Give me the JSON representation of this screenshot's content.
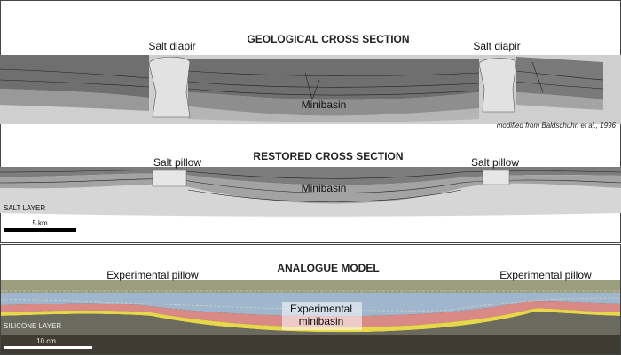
{
  "panel_geological": {
    "title": "GEOLOGICAL CROSS SECTION",
    "label_diapir_left": "Salt diapir",
    "label_diapir_right": "Salt diapir",
    "label_minibasin": "Minibasin",
    "credit": "modified from Baldschuhn et al., 1996"
  },
  "panel_restored": {
    "title": "RESTORED CROSS SECTION",
    "label_pillow_left": "Salt pillow",
    "label_pillow_right": "Salt pillow",
    "label_minibasin": "Minibasin",
    "label_salt_layer": "SALT LAYER",
    "scale_label": "5 km"
  },
  "panel_analogue": {
    "title": "ANALOGUE MODEL",
    "label_pillow_left": "Experimental pillow",
    "label_pillow_right": "Experimental pillow",
    "label_minibasin_line1": "Experimental",
    "label_minibasin_line2": "minibasin",
    "label_silicone_layer": "SILICONE LAYER",
    "scale_label": "10 cm"
  },
  "colors": {
    "strata_dark": "#7a7a7a",
    "strata_mid": "#9c9c9c",
    "strata_light": "#bdbdbd",
    "salt": "#dcdcdc",
    "model_yellow": "#e6d84a",
    "model_red": "#d98a86",
    "model_blue": "#9fb6cc",
    "model_dark": "#3f3b33"
  }
}
